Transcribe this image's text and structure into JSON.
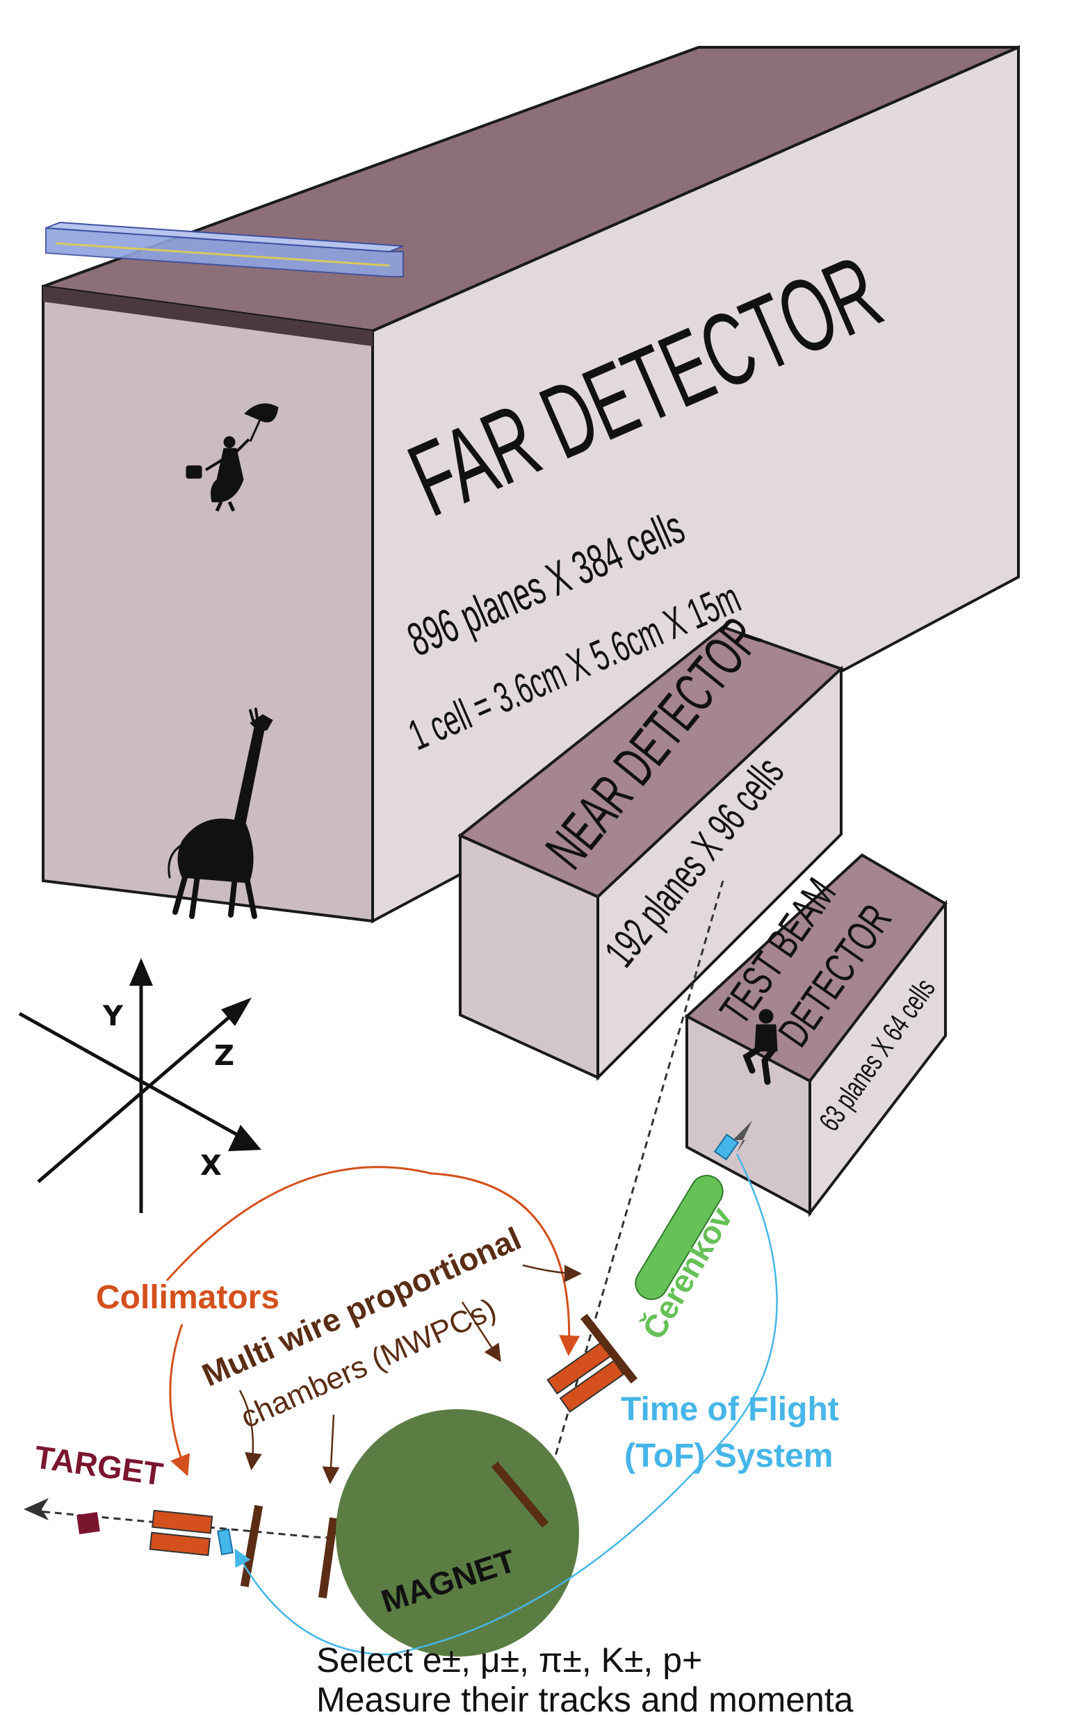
{
  "far_detector": {
    "title": "FAR DETECTOR",
    "planes": "896 planes X 384 cells",
    "cell": "1 cell = 3.6cm X 5.6cm X 15m",
    "color_front": "#e2d9db",
    "color_top": "#8c6f79",
    "color_side": "#d5c9cd"
  },
  "near_detector": {
    "title": "NEAR DETECTOR",
    "planes": "192 planes X 96 cells"
  },
  "test_beam_detector": {
    "title_line1": "TEST BEAM",
    "title_line2": "DETECTOR",
    "planes": "63 planes X 64 cells"
  },
  "axes": {
    "x": "X",
    "y": "Y",
    "z": "Z"
  },
  "beamline": {
    "target": "TARGET",
    "collimators": "Collimators",
    "mwpc_line1": "Multi wire proportional",
    "mwpc_line2": "chambers (MWPCs)",
    "magnet": "MAGNET",
    "cerenkov": "Čerenkov",
    "tof_line1": "Time of Flight",
    "tof_line2": "(ToF) System",
    "colors": {
      "target": "#7a1530",
      "collimator": "#d4501c",
      "mwpc": "#5a2d14",
      "magnet": "#5b7d44",
      "cerenkov": "#66c157",
      "tof": "#46b6e8"
    }
  },
  "caption": {
    "line1": "Select e±, μ±, π±, K±, p+",
    "line2": "Measure their tracks and momenta"
  },
  "silhouettes": [
    "umbrella-person-icon",
    "giraffe-icon",
    "sitting-person-icon"
  ]
}
